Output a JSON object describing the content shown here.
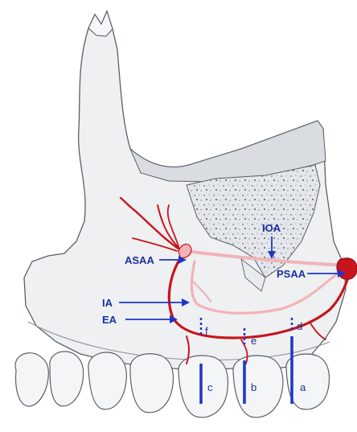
{
  "colors": {
    "label": "#1c2fa0",
    "arrow": "#1f35c8",
    "artery_dark": "#c8141c",
    "artery_light": "#f2b3b8",
    "bone_fill": "#eef0f2",
    "bone_stroke": "#5b5f66",
    "sinus_fill": "#d9dde2"
  },
  "labels": {
    "ioa": "IOA",
    "asaa": "ASAA",
    "psaa": "PSAA",
    "ia": "IA",
    "ea": "EA"
  },
  "markers": {
    "a": "a",
    "b": "b",
    "c": "c",
    "d": "d",
    "e": "e",
    "f": "f"
  }
}
